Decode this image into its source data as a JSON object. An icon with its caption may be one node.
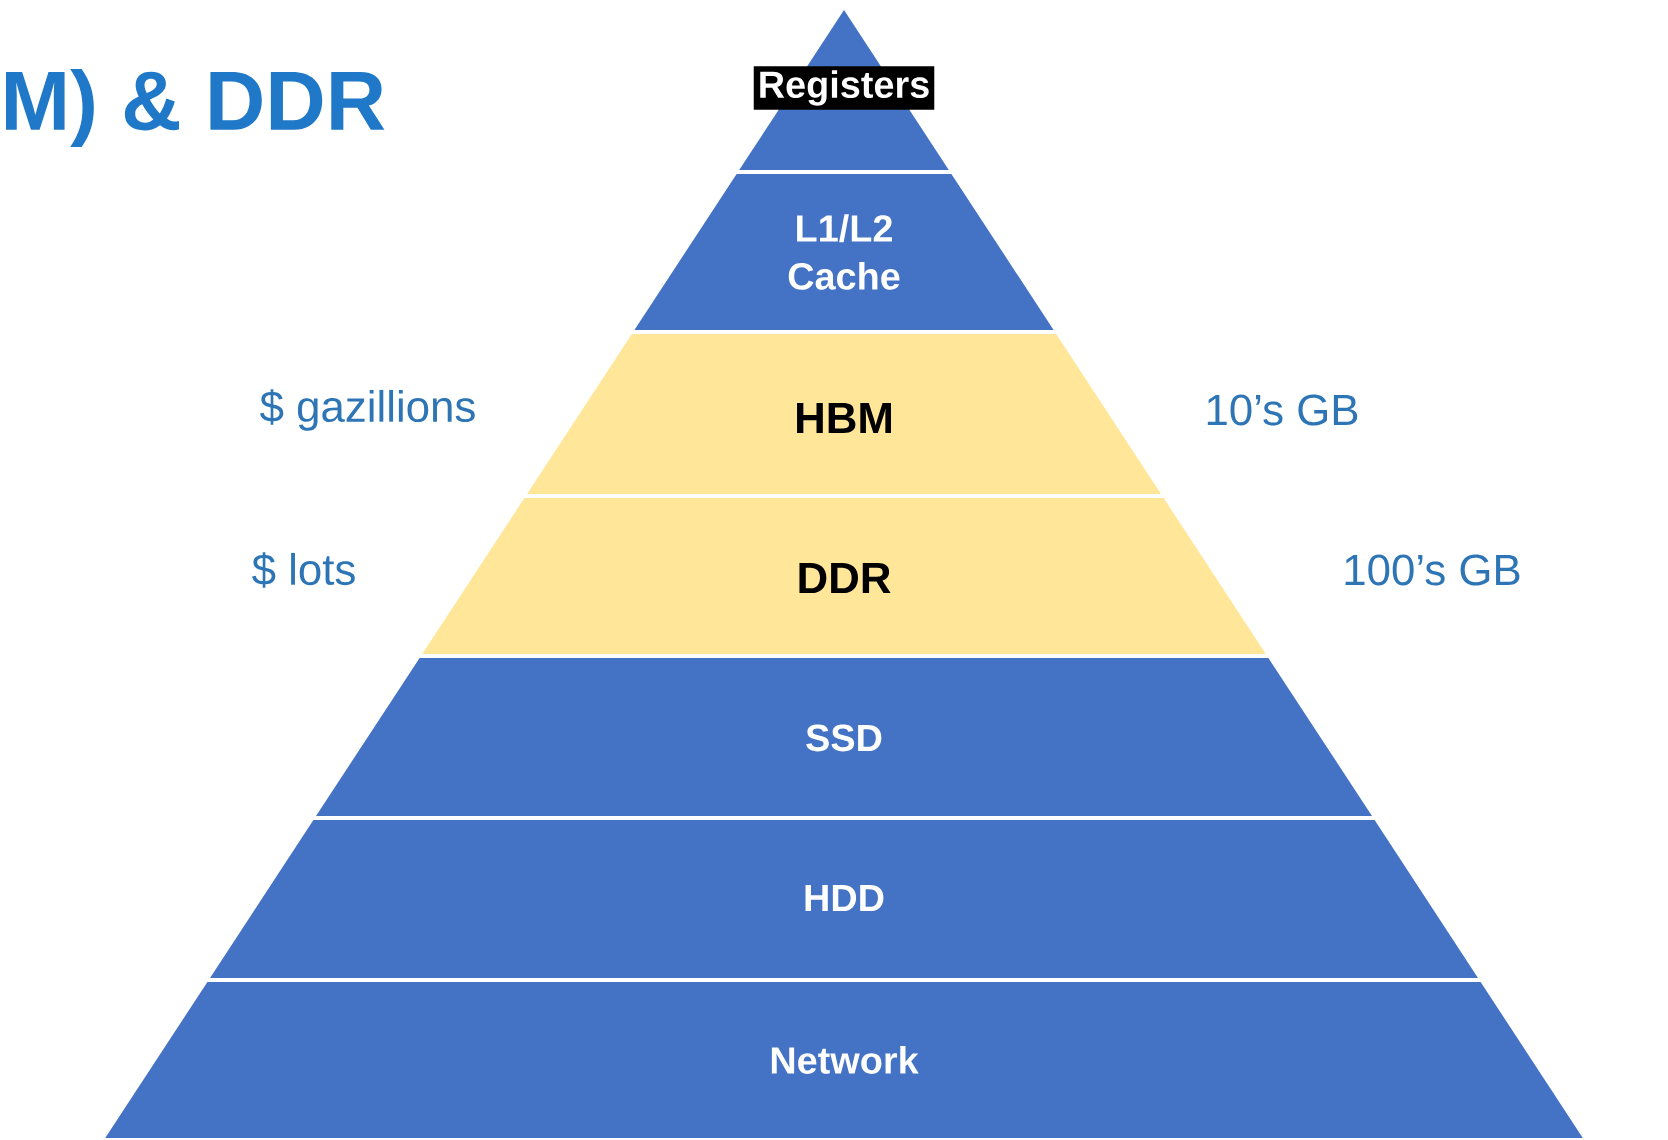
{
  "diagram": {
    "title": "M) & DDR",
    "nodes": [
      {
        "text": [
          "Registers"
        ]
      },
      {
        "text": [
          "L1/L2 Cache"
        ]
      },
      {
        "text": [
          "HBM"
        ],
        "beside": [
          "$ gazillions",
          "10’s GB"
        ]
      },
      {
        "text": [
          "DDR"
        ],
        "beside": [
          "$ lots",
          "100’s GB"
        ]
      },
      {
        "text": [
          "SSD"
        ]
      },
      {
        "text": [
          "HDD"
        ]
      },
      {
        "text": [
          "Network"
        ]
      }
    ]
  }
}
